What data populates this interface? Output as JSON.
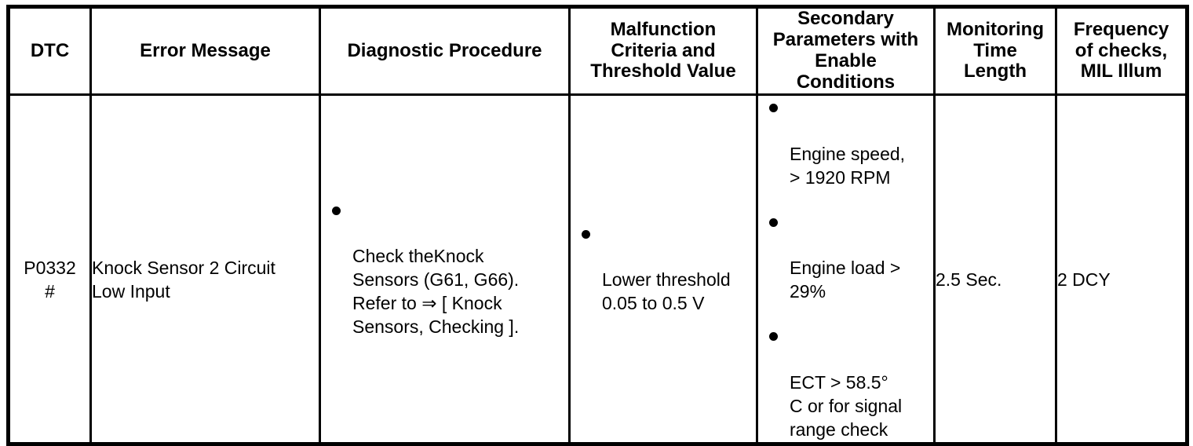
{
  "table": {
    "headers": [
      {
        "id": "dtc",
        "label": "DTC"
      },
      {
        "id": "error",
        "label": "Error Message"
      },
      {
        "id": "procedure",
        "label": "Diagnostic Procedure"
      },
      {
        "id": "criteria",
        "label": "Malfunction\nCriteria and\nThreshold Value"
      },
      {
        "id": "secondary",
        "label": "Secondary\nParameters with\nEnable\nConditions"
      },
      {
        "id": "monitoring",
        "label": "Monitoring\nTime\nLength"
      },
      {
        "id": "frequency",
        "label": "Frequency\nof checks,\nMIL Illum"
      }
    ],
    "rows": [
      {
        "dtc": "P0332\n#",
        "error_message": "Knock Sensor 2 Circuit\nLow Input",
        "diagnostic_procedure": [
          "Check theKnock\nSensors (G61, G66).\nRefer to ⇒ [ Knock\nSensors, Checking ]."
        ],
        "malfunction_criteria": [
          "Lower threshold\n0.05 to 0.5 V"
        ],
        "secondary_parameters": [
          "Engine speed,\n> 1920 RPM",
          "Engine load >\n29%",
          "ECT > 58.5°\nC or for signal\nrange check"
        ],
        "monitoring_time_length": "2.5 Sec.",
        "frequency_of_checks": "2 DCY"
      }
    ]
  },
  "style": {
    "border_color": "#000000",
    "text_color": "#000000",
    "background": "#ffffff",
    "bullet_glyph": "filled-circle"
  }
}
